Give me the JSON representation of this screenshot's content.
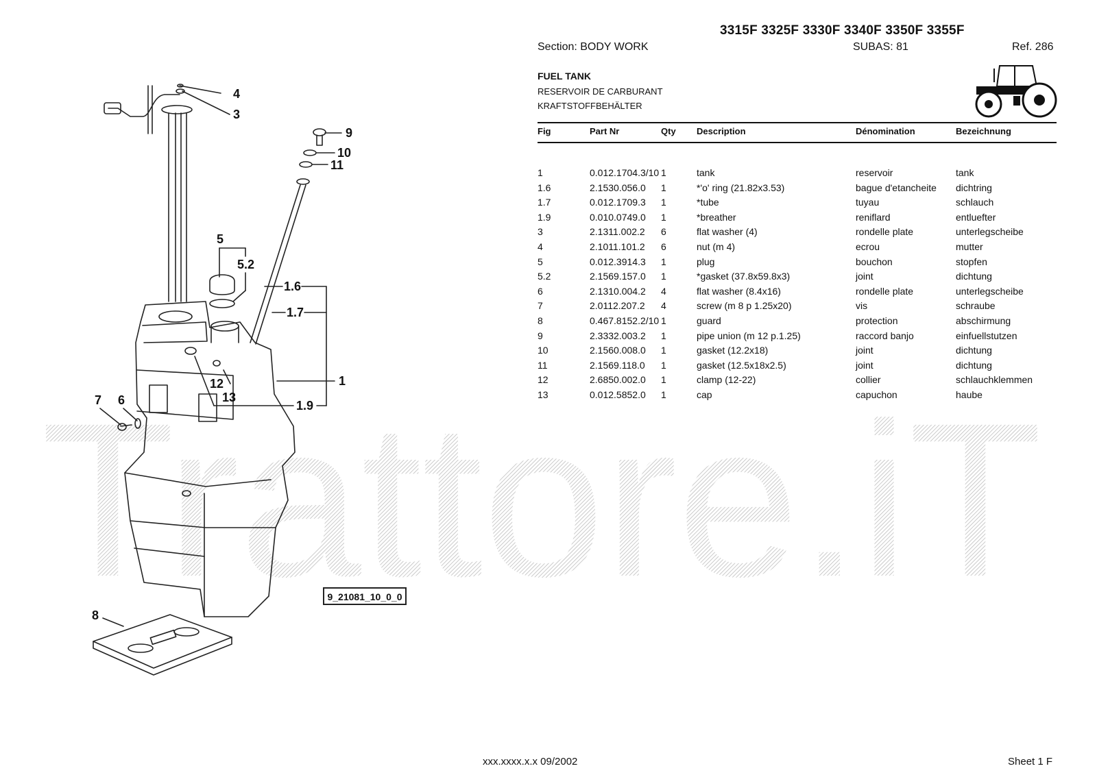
{
  "header": {
    "models": "3315F 3325F 3330F 3340F 3350F 3355F",
    "section": "Section: BODY  WORK",
    "subas": "SUBAS: 81",
    "ref": "Ref. 286"
  },
  "title": {
    "en": "FUEL TANK",
    "fr": "RESERVOIR DE CARBURANT",
    "de": "KRAFTSTOFFBEHÄLTER"
  },
  "table": {
    "headers": [
      "Fig",
      "Part Nr",
      "Qty",
      "Description",
      "Dénomination",
      "Bezeichnung"
    ],
    "rows": [
      [
        "1",
        "0.012.1704.3/10",
        "1",
        "tank",
        "reservoir",
        "tank"
      ],
      [
        "1.6",
        "2.1530.056.0",
        "1",
        "*'o' ring (21.82x3.53)",
        "bague d'etancheite",
        "dichtring"
      ],
      [
        "1.7",
        "0.012.1709.3",
        "1",
        "*tube",
        "tuyau",
        "schlauch"
      ],
      [
        "1.9",
        "0.010.0749.0",
        "1",
        "*breather",
        "reniflard",
        "entluefter"
      ],
      [
        "3",
        "2.1311.002.2",
        "6",
        "flat washer (4)",
        "rondelle plate",
        "unterlegscheibe"
      ],
      [
        "4",
        "2.1011.101.2",
        "6",
        "nut (m 4)",
        "ecrou",
        "mutter"
      ],
      [
        "5",
        "0.012.3914.3",
        "1",
        "plug",
        "bouchon",
        "stopfen"
      ],
      [
        "5.2",
        "2.1569.157.0",
        "1",
        "*gasket (37.8x59.8x3)",
        "joint",
        "dichtung"
      ],
      [
        "6",
        "2.1310.004.2",
        "4",
        "flat washer (8.4x16)",
        "rondelle plate",
        "unterlegscheibe"
      ],
      [
        "7",
        "2.0112.207.2",
        "4",
        "screw (m 8 p 1.25x20)",
        "vis",
        "schraube"
      ],
      [
        "8",
        "0.467.8152.2/10",
        "1",
        "guard",
        "protection",
        "abschirmung"
      ],
      [
        "9",
        "2.3332.003.2",
        "1",
        "pipe union (m 12 p.1.25)",
        "raccord banjo",
        "einfuellstutzen"
      ],
      [
        "10",
        "2.1560.008.0",
        "1",
        "gasket (12.2x18)",
        "joint",
        "dichtung"
      ],
      [
        "11",
        "2.1569.118.0",
        "1",
        "gasket (12.5x18x2.5)",
        "joint",
        "dichtung"
      ],
      [
        "12",
        "2.6850.002.0",
        "1",
        "clamp (12-22)",
        "collier",
        "schlauchklemmen"
      ],
      [
        "13",
        "0.012.5852.0",
        "1",
        "cap",
        "capuchon",
        "haube"
      ]
    ]
  },
  "diagram": {
    "callouts": [
      "4",
      "3",
      "9",
      "10",
      "11",
      "5",
      "5.2",
      "1.6",
      "1.7",
      "1",
      "12",
      "13",
      "1.9",
      "7",
      "6",
      "8"
    ],
    "drawing_code": "9_21081_10_0_0"
  },
  "watermark": "Trattore.iT",
  "footer": {
    "code": "xxx.xxxx.x.x  09/2002",
    "sheet": "Sheet 1 F"
  }
}
